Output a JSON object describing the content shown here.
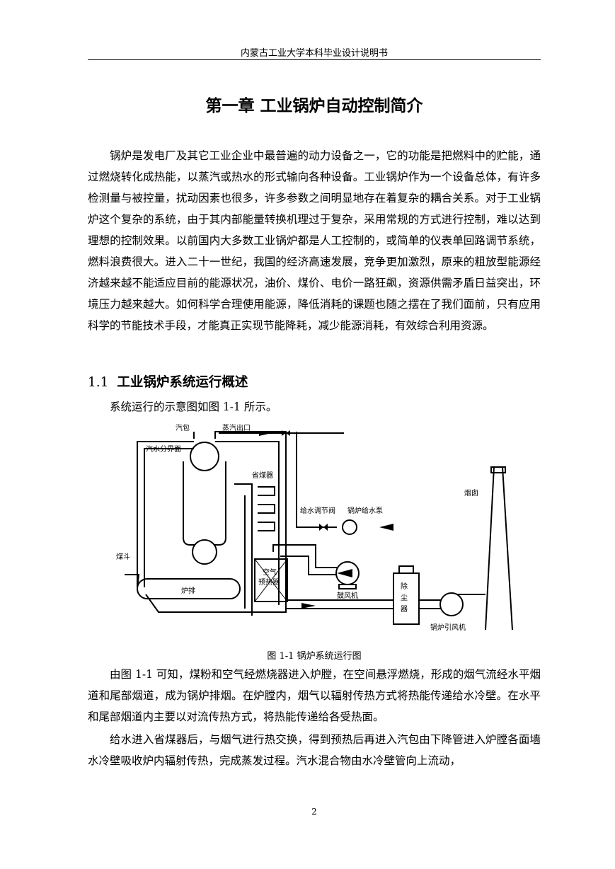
{
  "header": {
    "text": "内蒙古工业大学本科毕业设计说明书"
  },
  "chapter_title": "第一章  工业锅炉自动控制简介",
  "paragraphs": [
    "锅炉是发电厂及其它工业企业中最普遍的动力设备之一，它的功能是把燃料中的贮能，通过燃烧转化成热能，以蒸汽或热水的形式输向各种设备。工业锅炉作为一个设备总体，有许多检测量与被控量，扰动因素也很多，许多参数之间明显地存在着复杂的耦合关系。对于工业锅炉这个复杂的系统，由于其内部能量转换机理过于复杂，采用常规的方式进行控制，难以达到理想的控制效果。以前国内大多数工业锅炉都是人工控制的，或简单的仪表单回路调节系统，燃料浪费很大。进入二十一世纪，我国的经济高速发展，竞争更加激烈，原来的粗放型能源经济越来越不能适应目前的能源状况，油价、煤价、电价一路狂飙，资源供需矛盾日益突出，环境压力越来越大。如何科学合理使用能源，降低消耗的课题也随之摆在了我们面前，只有应用科学的节能技术手段，才能真正实现节能降耗，减少能源消耗，有效综合利用资源。",
    "由图 1-1 可知，煤粉和空气经燃烧器进入炉膛，在空间悬浮燃烧，形成的烟气流经水平烟道和尾部烟道，成为锅炉排烟。在炉膛内，烟气以辐射传热方式将热能传递给水冷壁。在水平和尾部烟道内主要以对流传热方式，将热能传递给各受热面。",
    "给水进入省煤器后，与烟气进行热交换，得到预热后再进入汽包由下降管进入炉膛各面墙水冷壁吸收炉内辐射传热，完成蒸发过程。汽水混合物由水冷壁管向上流动，"
  ],
  "section": {
    "number": "1.1",
    "title": "工业锅炉系统运行概述"
  },
  "figure_intro": "系统运行的示意图如图 1-1 所示。",
  "figure": {
    "labels": {
      "drum": "汽包",
      "steam_outlet": "蒸汽出口",
      "water_interface": "汽水分界面",
      "economizer": "省煤器",
      "chimney": "烟囱",
      "feed_valve": "给水调节阀",
      "feed_pump": "锅炉给水泵",
      "coal_hopper": "煤斗",
      "air_preheater_1": "空气",
      "air_preheater_2": "预热器",
      "grate": "炉排",
      "blower": "鼓风机",
      "dust_1": "除",
      "dust_2": "尘",
      "dust_3": "器",
      "induced_fan": "锅炉引风机"
    }
  },
  "caption": "图 1-1  锅炉系统运行图",
  "page_number": "2"
}
